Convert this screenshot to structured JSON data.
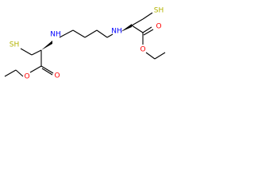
{
  "atoms": {
    "sh_left": "SH",
    "nh_left": "NH",
    "o_left_carbonyl": "O",
    "o_left_ester": "O",
    "nh_right": "NH",
    "sh_right": "SH",
    "o_right_carbonyl": "O",
    "o_right_ester": "O"
  },
  "colors": {
    "bond": "#000000",
    "oxygen": "#ff0000",
    "nitrogen": "#0000ff",
    "sulfur": "#b3b300"
  }
}
